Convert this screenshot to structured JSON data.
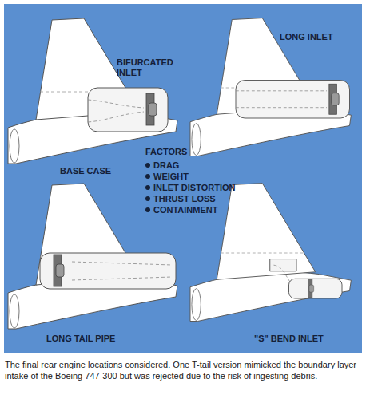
{
  "diagram": {
    "caption": "The final rear engine locations considered. One T-tail version mimicked the boundary layer intake of the Boeing 747-300 but was rejected due to the risk of ingesting debris.",
    "labels": [
      "BIFURCATED INLET",
      "LONG INLET",
      "BASE CASE",
      "FACTORS",
      "DRAG",
      "WEIGHT",
      "INLET DISTORTION",
      "THRUST LOSS",
      "CONTAINMENT",
      "LONG TAIL PIPE",
      "\"S\" BEND INLET"
    ]
  }
}
